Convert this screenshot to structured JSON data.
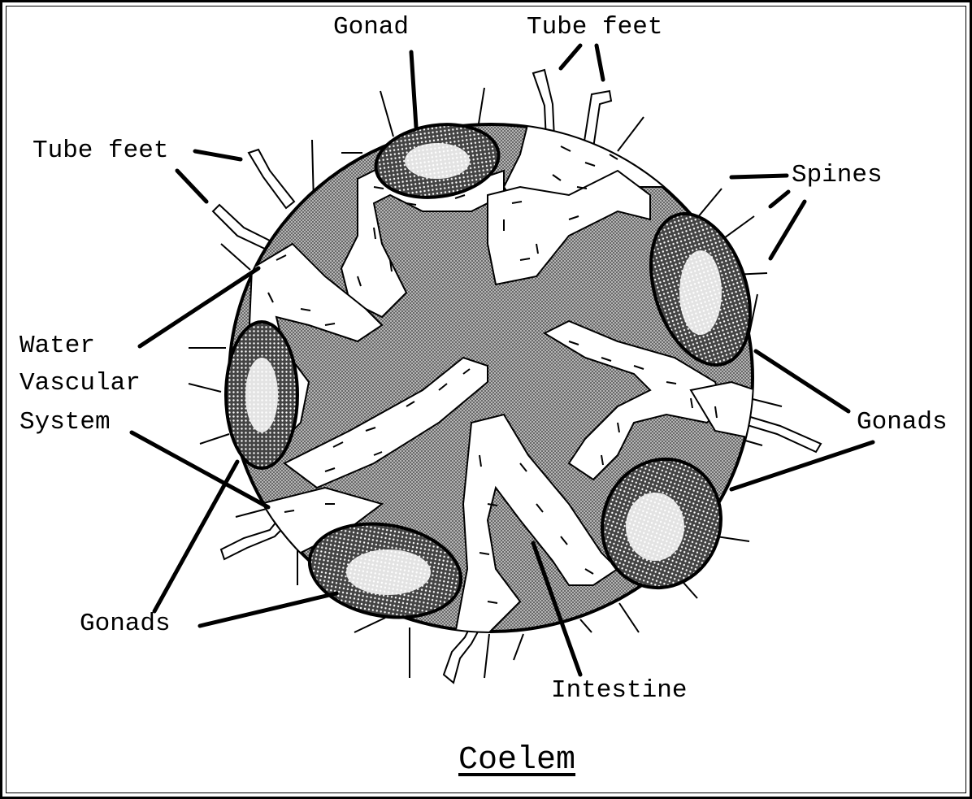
{
  "labels": {
    "gonad_top": "Gonad",
    "tube_feet_top": "Tube feet",
    "tube_feet_left": "Tube feet",
    "spines": "Spines",
    "water_1": "Water",
    "water_2": "Vascular",
    "water_3": "System",
    "gonads_right": "Gonads",
    "gonads_left": "Gonads",
    "intestine": "Intestine",
    "caption": "Coelem"
  },
  "colors": {
    "ink": "#000000",
    "body_fill": "#9a9a9a",
    "tissue": "#ffffff",
    "gonad_dark": "#3a3a3a"
  }
}
